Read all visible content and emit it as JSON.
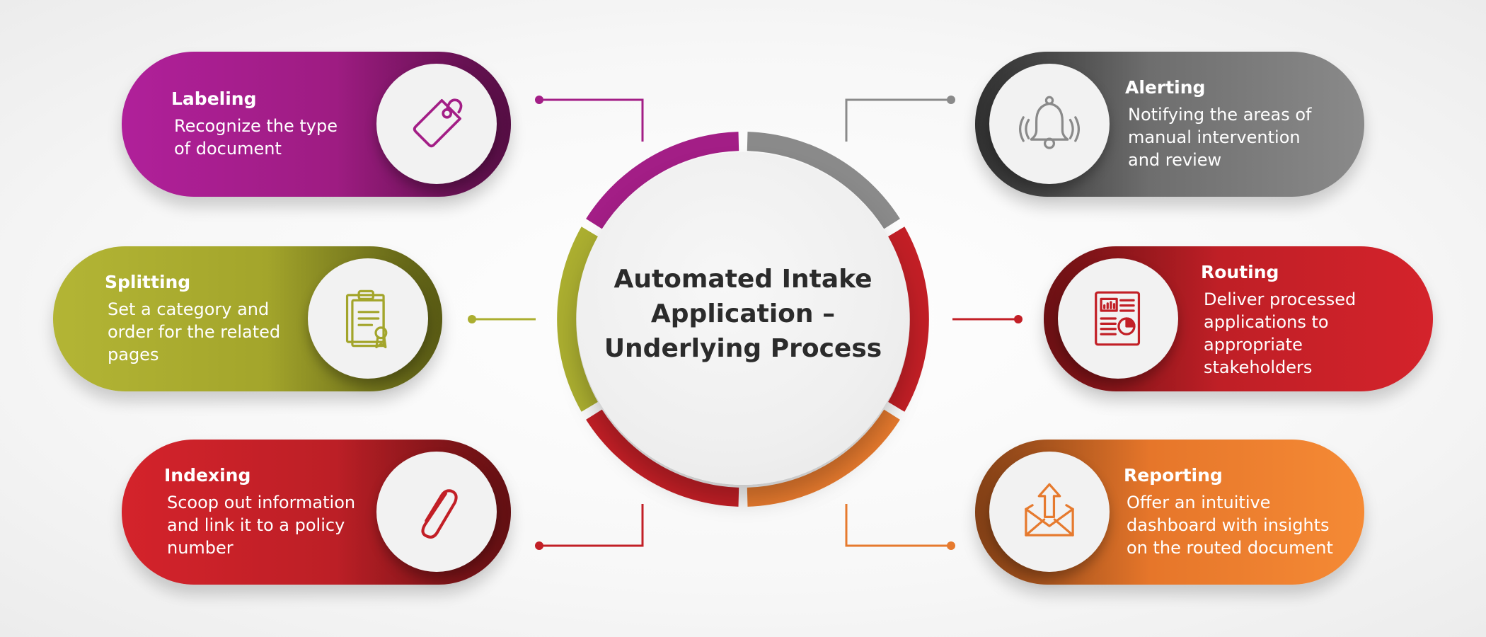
{
  "center": {
    "title_lines": [
      "Automated Intake",
      "Application –",
      "Underlying Process"
    ]
  },
  "steps": {
    "labeling": {
      "title": "Labeling",
      "desc": [
        "Recognize the type",
        "of document"
      ],
      "color": "#9e1c82",
      "icon": "tag-icon"
    },
    "splitting": {
      "title": "Splitting",
      "desc": [
        "Set a category and",
        "order for the related",
        "pages"
      ],
      "color": "#a8ab2e",
      "icon": "clipboard-certificate-icon"
    },
    "indexing": {
      "title": "Indexing",
      "desc": [
        "Scoop out information",
        "and link it to a policy",
        "number"
      ],
      "color": "#c21f26",
      "icon": "paperclip-icon"
    },
    "alerting": {
      "title": "Alerting",
      "desc": [
        "Notifying the areas of",
        "manual intervention",
        "and review"
      ],
      "color": "#7a7a7a",
      "icon": "bell-icon"
    },
    "routing": {
      "title": "Routing",
      "desc": [
        "Deliver processed",
        "applications to",
        "appropriate",
        "stakeholders"
      ],
      "color": "#c41f26",
      "icon": "report-document-icon"
    },
    "reporting": {
      "title": "Reporting",
      "desc": [
        "Offer an intuitive",
        "dashboard with insights",
        "on the routed document"
      ],
      "color": "#ee7a2b",
      "icon": "envelope-upload-icon"
    }
  },
  "colors": {
    "magenta": "#a31e86",
    "olive": "#abae30",
    "red": "#c21f26",
    "gray": "#8a8a8a",
    "orange": "#e67a2e",
    "center_text": "#2b2b2b"
  }
}
